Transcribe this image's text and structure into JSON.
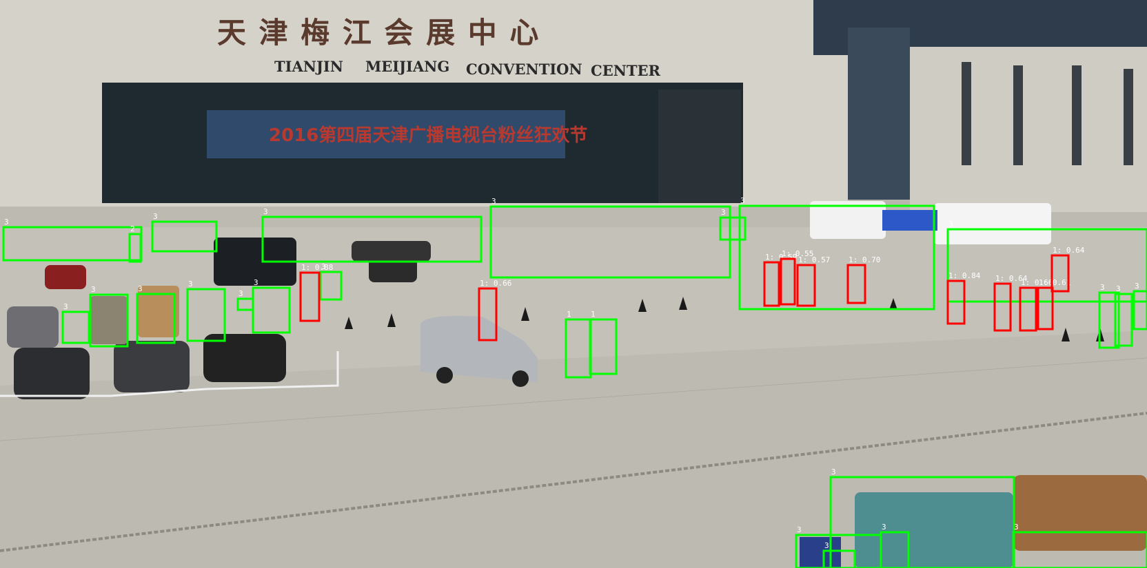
{
  "signage": {
    "chinese": "天 津 梅 江 会 展 中 心",
    "english": [
      "TIANJIN",
      "MEIJIANG",
      "CONVENTION",
      "CENTER"
    ]
  },
  "banner_text": "2016第四届天津广播电视台粉丝狂欢节",
  "colors": {
    "class3_box": "#00ff00",
    "class1_box": "#ff0000"
  },
  "detections_green": [
    {
      "label": "3"
    },
    {
      "label": "2"
    },
    {
      "label": "3"
    },
    {
      "label": "3"
    },
    {
      "label": "3"
    },
    {
      "label": "3"
    },
    {
      "label": "3"
    },
    {
      "label": "3"
    },
    {
      "label": "3"
    },
    {
      "label": "3"
    },
    {
      "label": "3"
    },
    {
      "label": "3"
    },
    {
      "label": "3"
    },
    {
      "label": "3"
    },
    {
      "label": "3"
    },
    {
      "label": "1"
    },
    {
      "label": "1"
    },
    {
      "label": "3"
    },
    {
      "label": "3"
    },
    {
      "label": "3"
    },
    {
      "label": "3"
    },
    {
      "label": "3"
    },
    {
      "label": "3"
    },
    {
      "label": "3"
    },
    {
      "label": "3"
    }
  ],
  "detections_red": [
    {
      "label": "1: 0.88"
    },
    {
      "label": "1: 0.66"
    },
    {
      "label": "1: 0.59"
    },
    {
      "label": "1: 0.55"
    },
    {
      "label": "1: 0.57"
    },
    {
      "label": "1: 0.70"
    },
    {
      "label": "1: 0.84"
    },
    {
      "label": "1: 0.64"
    },
    {
      "label": "1: 0.66"
    },
    {
      "label": "1: 0.61"
    },
    {
      "label": "1: 0.64"
    }
  ]
}
